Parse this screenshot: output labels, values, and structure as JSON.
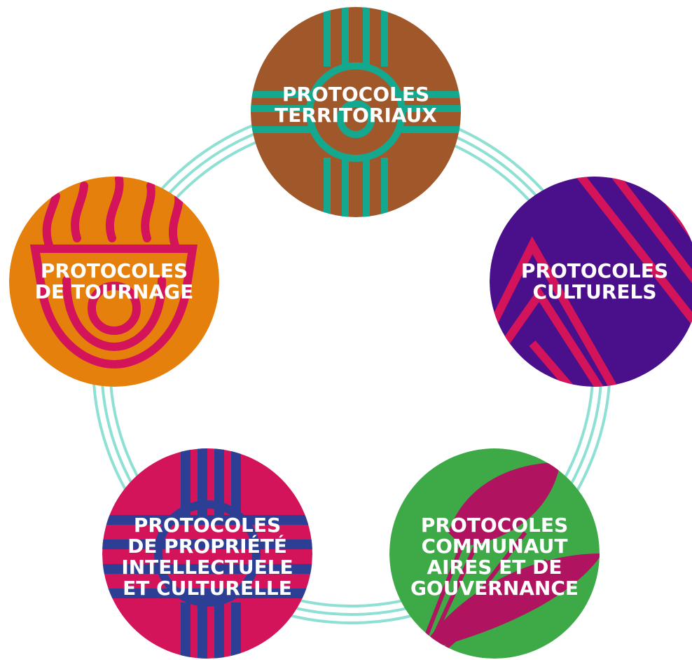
{
  "nodes": [
    {
      "id": "territoriaux",
      "lines": [
        "PROTOCOLES",
        "TERRITORIAUX"
      ],
      "color": "#a0582b",
      "pattern_color": "#14a98f"
    },
    {
      "id": "culturels",
      "lines": [
        "PROTOCOLES",
        "CULTURELS"
      ],
      "color": "#4a0f8a",
      "pattern_color": "#d4145a"
    },
    {
      "id": "communautaires",
      "lines": [
        "PROTOCOLES",
        "COMMUNAUT",
        "AIRES ET DE",
        "GOUVERNANCE"
      ],
      "color": "#3daa47",
      "pattern_color": "#b0135f"
    },
    {
      "id": "propriete",
      "lines": [
        "PROTOCOLES",
        "DE PROPRIÉTÉ",
        "INTELLECTUELE",
        "ET CULTURELLE"
      ],
      "color": "#d4145a",
      "pattern_color": "#2c3f95"
    },
    {
      "id": "tournage",
      "lines": [
        "PROTOCOLES",
        "DE TOURNAGE"
      ],
      "color": "#e5800c",
      "pattern_color": "#d4145a"
    }
  ],
  "ring_color": "#8fe0d4"
}
